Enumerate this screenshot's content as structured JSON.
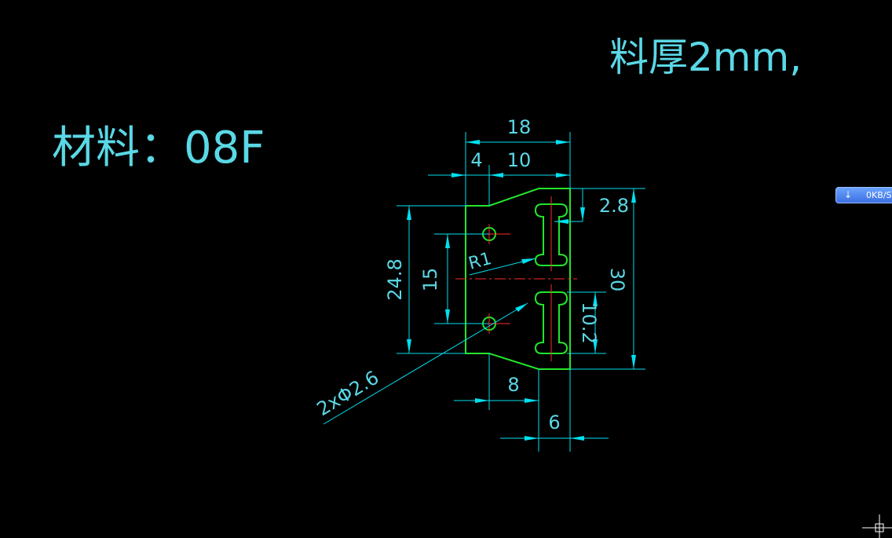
{
  "notes": {
    "material": "材料：08F",
    "thickness": "料厚2mm,"
  },
  "dimensions": {
    "width_total": "18",
    "width_left": "4",
    "width_right": "10",
    "top_offset": "2.8",
    "height_left": "24.8",
    "hole_spacing": "15",
    "height_total": "30",
    "slot_length": "10.2",
    "radius": "R1",
    "holes": "2xΦ2.6",
    "bottom_8": "8",
    "bottom_6": "6"
  },
  "network_badge": {
    "icon": "download-arrow-icon",
    "rate": "0KB/S"
  },
  "colors": {
    "background": "#000000",
    "dimension": "#00e0f0",
    "outline": "#22e62a",
    "centerline": "#ff2a2a"
  }
}
